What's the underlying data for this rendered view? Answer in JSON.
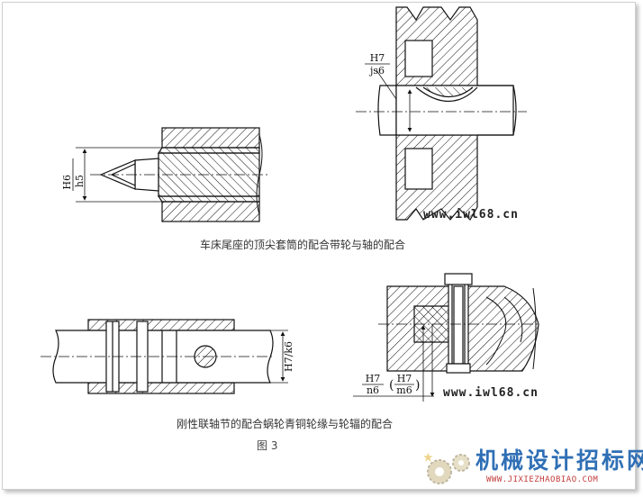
{
  "figure": {
    "caption_top": "车床尾座的顶尖套筒的配合带轮与轴的配合",
    "caption_bottom": "刚性联轴节的配合蜗轮青铜轮缘与轮辐的配合",
    "label": "图 3"
  },
  "annotations": {
    "tailstock_fit": {
      "num": "H6",
      "den": "h5"
    },
    "pulley_fit": {
      "num": "H7",
      "den": "js6"
    },
    "coupling_fit": {
      "text": "H7/k6"
    },
    "worm_fit_outer": {
      "num": "H7",
      "den": "n6"
    },
    "worm_fit_inner": {
      "num": "H7",
      "den": "m6"
    }
  },
  "watermarks": {
    "drawing_url": "www.iwl68.cn",
    "brand_name": "机械设计招标网",
    "brand_url": "WWW.JIXIEZHAOBIAO.COM"
  },
  "colors": {
    "line": "#111111",
    "brand_blue": "#2f6fb5",
    "brand_red": "#c33a3a"
  }
}
